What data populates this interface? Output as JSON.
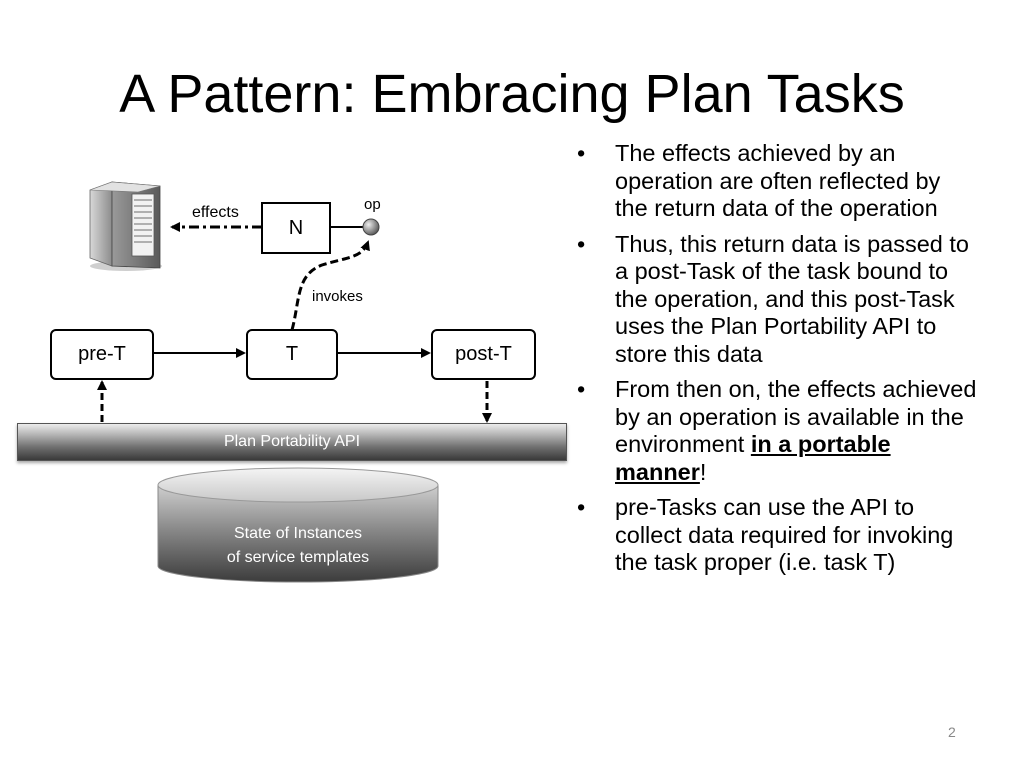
{
  "slide": {
    "title": "A Pattern: Embracing Plan Tasks",
    "page_number": "2"
  },
  "bullets": [
    {
      "text": "The effects achieved by an operation are often reflected by the return data of the operation"
    },
    {
      "text": "Thus, this return data is passed to a post-Task of the task bound to the operation, and this post-Task uses the Plan Portability API to store this data"
    },
    {
      "text_before": "From then on, the effects achieved by an operation is available in the environment ",
      "emphasis": "in a portable manner",
      "text_after": "!"
    },
    {
      "text": "pre-Tasks can use the API to collect data required for invoking the task proper (i.e. task T)"
    }
  ],
  "diagram": {
    "node_n": "N",
    "op_label": "op",
    "effects_label": "effects",
    "invokes_label": "invokes",
    "pre_task": "pre-T",
    "task": "T",
    "post_task": "post-T",
    "api_bar": "Plan Portability API",
    "db_line1": "State of Instances",
    "db_line2": "of service templates",
    "server_icon": "server-icon"
  }
}
